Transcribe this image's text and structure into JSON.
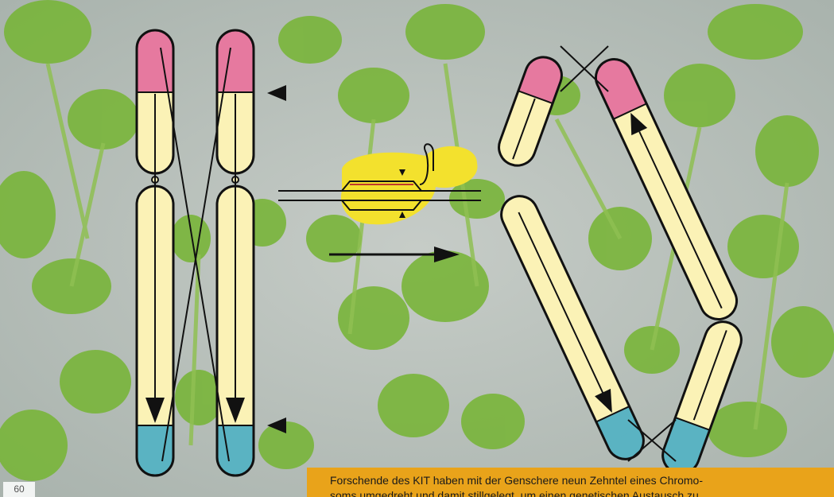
{
  "figure": {
    "background": "seedlings-photo",
    "colors": {
      "chromosome_body": "#fbf2b6",
      "telomere_top": "#e6799f",
      "telomere_bottom": "#5ab3c2",
      "outline": "#111111",
      "protein_complex": "#f3e12d"
    },
    "icons": [
      "cut-site-marker-icon",
      "right-arrow-icon",
      "crossover-line-icon"
    ]
  },
  "caption": {
    "line1": "Forschende des KIT haben mit der Genschere neun Zehntel eines Chromo-",
    "line2": "soms umgedreht und damit stillgelegt, um einen genetischen Austausch zu"
  },
  "page": {
    "number": "60"
  }
}
